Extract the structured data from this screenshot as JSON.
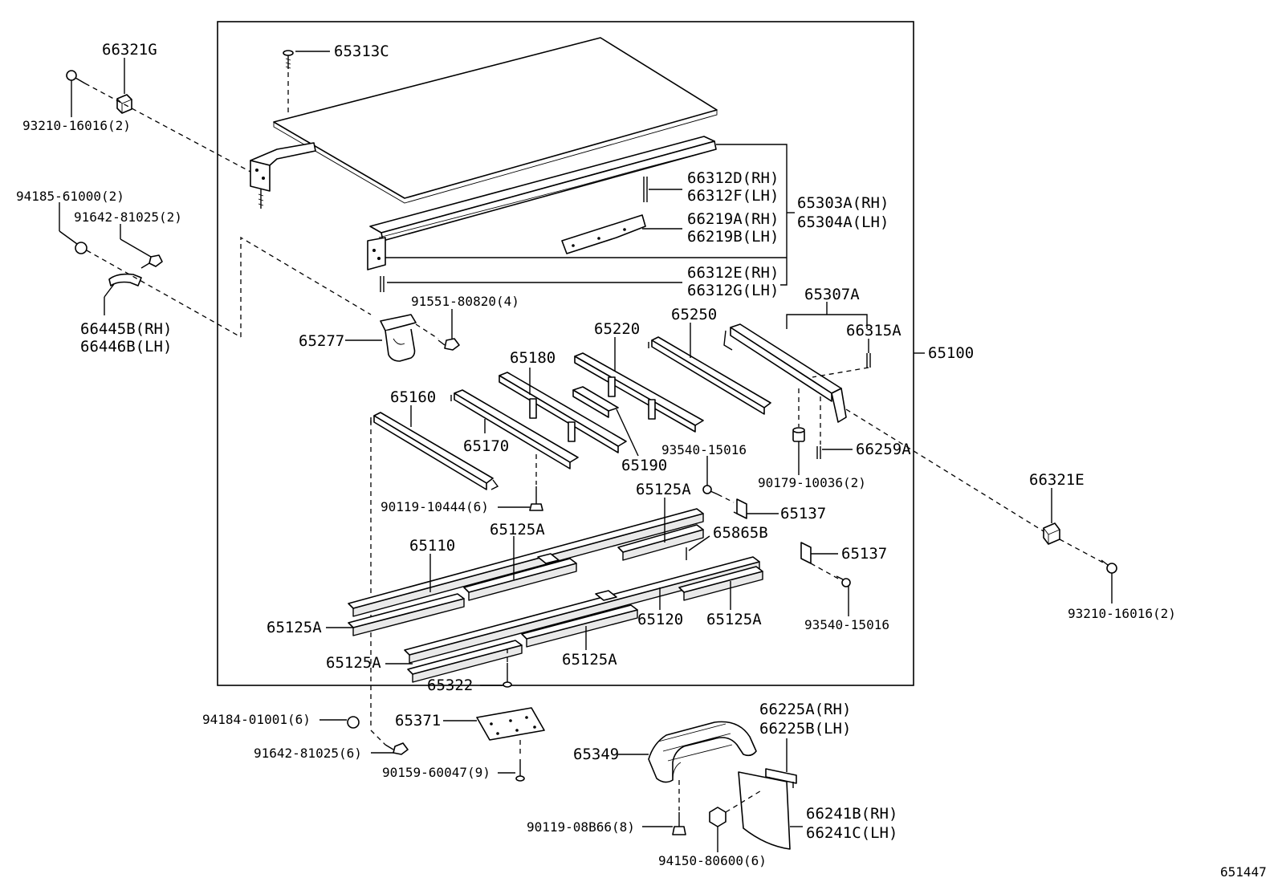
{
  "diagram_id": "651447",
  "labels": {
    "p66321G": "66321G",
    "p93210_l": "93210-16016(2)",
    "p65313C": "65313C",
    "p94185": "94185-61000(2)",
    "p91642_top": "91642-81025(2)",
    "p66445B": "66445B(RH)",
    "p66446B": "66446B(LH)",
    "p66312D": "66312D(RH)",
    "p66312F": "66312F(LH)",
    "p65303A": "65303A(RH)",
    "p65304A": "65304A(LH)",
    "p66219A": "66219A(RH)",
    "p66219B": "66219B(LH)",
    "p66312E": "66312E(RH)",
    "p66312G": "66312G(LH)",
    "p91551": "91551-80820(4)",
    "p65277": "65277",
    "p65307A": "65307A",
    "p65250": "65250",
    "p65220": "65220",
    "p65180": "65180",
    "p66315A": "66315A",
    "p65100": "65100",
    "p65160": "65160",
    "p65170": "65170",
    "p65190": "65190",
    "p93540_a": "93540-15016",
    "p66259A": "66259A",
    "p90179": "90179-10036(2)",
    "p66321E": "66321E",
    "p90119_a": "90119-10444(6)",
    "p65125A_1": "65125A",
    "p65137_a": "65137",
    "p65865B": "65865B",
    "p65125A_2": "65125A",
    "p65110": "65110",
    "p65137_b": "65137",
    "p93540_b": "93540-15016",
    "p93210_r": "93210-16016(2)",
    "p65125A_3": "65125A",
    "p65120": "65120",
    "p65125A_4": "65125A",
    "p65125A_5": "65125A",
    "p65125A_6": "65125A",
    "p65322": "65322",
    "p94184": "94184-01001(6)",
    "p65371": "65371",
    "p91642_bot": "91642-81025(6)",
    "p90159": "90159-60047(9)",
    "p66225A": "66225A(RH)",
    "p66225B": "66225B(LH)",
    "p65349": "65349",
    "p90119_b": "90119-08B66(8)",
    "p66241B": "66241B(RH)",
    "p66241C": "66241C(LH)",
    "p94150": "94150-80600(6)"
  }
}
